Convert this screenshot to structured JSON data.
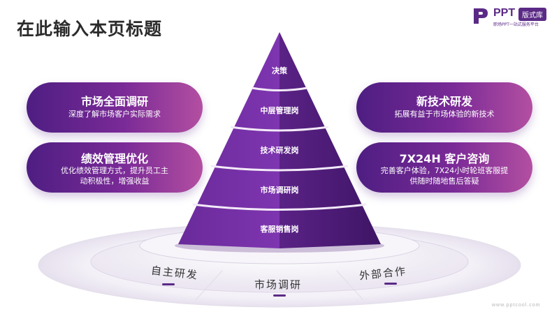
{
  "title": "在此输入本页标题",
  "logo": {
    "word": "PPT",
    "badge": "版式库",
    "sub": "职场PPT一站式服务平台"
  },
  "pyramid": [
    "决策",
    "中层管理岗",
    "技术研发岗",
    "市场调研岗",
    "客服销售岗"
  ],
  "left_cards": [
    {
      "title": "市场全面调研",
      "desc": "深度了解市场客户实际需求"
    },
    {
      "title": "绩效管理优化",
      "desc": "优化绩效管理方式，提升员工主动积极性，增强收益"
    }
  ],
  "right_cards": [
    {
      "title": "新技术研发",
      "desc": "拓展有益于市场体验的新技术"
    },
    {
      "title": "7X24H 客户咨询",
      "desc": "完善客户体验，7X24小时轮班客服提供随时随地售后答疑"
    }
  ],
  "base_labels": [
    "自主研发",
    "市场调研",
    "外部合作"
  ],
  "watermark": "www.pptcool.com",
  "colors": {
    "primary": "#5b2a86",
    "accent": "#b34fa1"
  }
}
